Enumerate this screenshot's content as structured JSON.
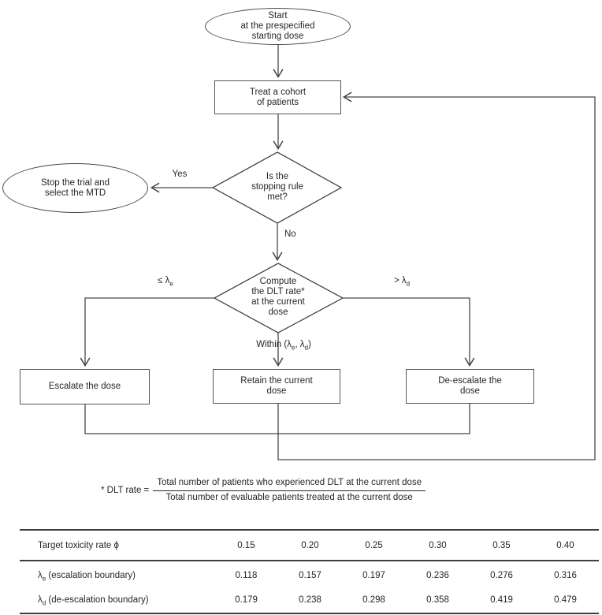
{
  "colors": {
    "line": "#474747",
    "text": "#262626",
    "background": "#ffffff"
  },
  "flow": {
    "start": [
      "Start",
      "at the prespecified",
      "starting dose"
    ],
    "treat": [
      "Treat a cohort",
      "of patients"
    ],
    "stopping_q": [
      "Is the",
      "stopping rule",
      "met?"
    ],
    "stop": [
      "Stop the trial and",
      "select the MTD"
    ],
    "yes": "Yes",
    "no": "No",
    "compute_q": [
      "Compute",
      "the DLT rate*",
      "at the current",
      "dose"
    ],
    "escalate": "Escalate the dose",
    "retain": [
      "Retain the current",
      "dose"
    ],
    "deescalate": [
      "De-escalate the",
      "dose"
    ],
    "le_label": {
      "pre": "≤ λ",
      "sub": "e"
    },
    "gt_label": {
      "pre": "> λ",
      "sub": "d"
    },
    "within": [
      "Within (λ",
      "e",
      ", λ",
      "d",
      ")"
    ]
  },
  "formula": {
    "lhs": "* DLT rate =",
    "numerator": "Total number of patients who experienced DLT at the current dose",
    "denominator": "Total number of evaluable patients treated at the current dose"
  },
  "table": {
    "header": {
      "label": "Target toxicity rate ϕ",
      "values": [
        "0.15",
        "0.20",
        "0.25",
        "0.30",
        "0.35",
        "0.40"
      ]
    },
    "rows": [
      {
        "label": [
          "λ",
          "e",
          " (escalation boundary)"
        ],
        "values": [
          "0.118",
          "0.157",
          "0.197",
          "0.236",
          "0.276",
          "0.316"
        ]
      },
      {
        "label": [
          "λ",
          "d",
          " (de-escalation boundary)"
        ],
        "values": [
          "0.179",
          "0.238",
          "0.298",
          "0.358",
          "0.419",
          "0.479"
        ]
      }
    ]
  }
}
